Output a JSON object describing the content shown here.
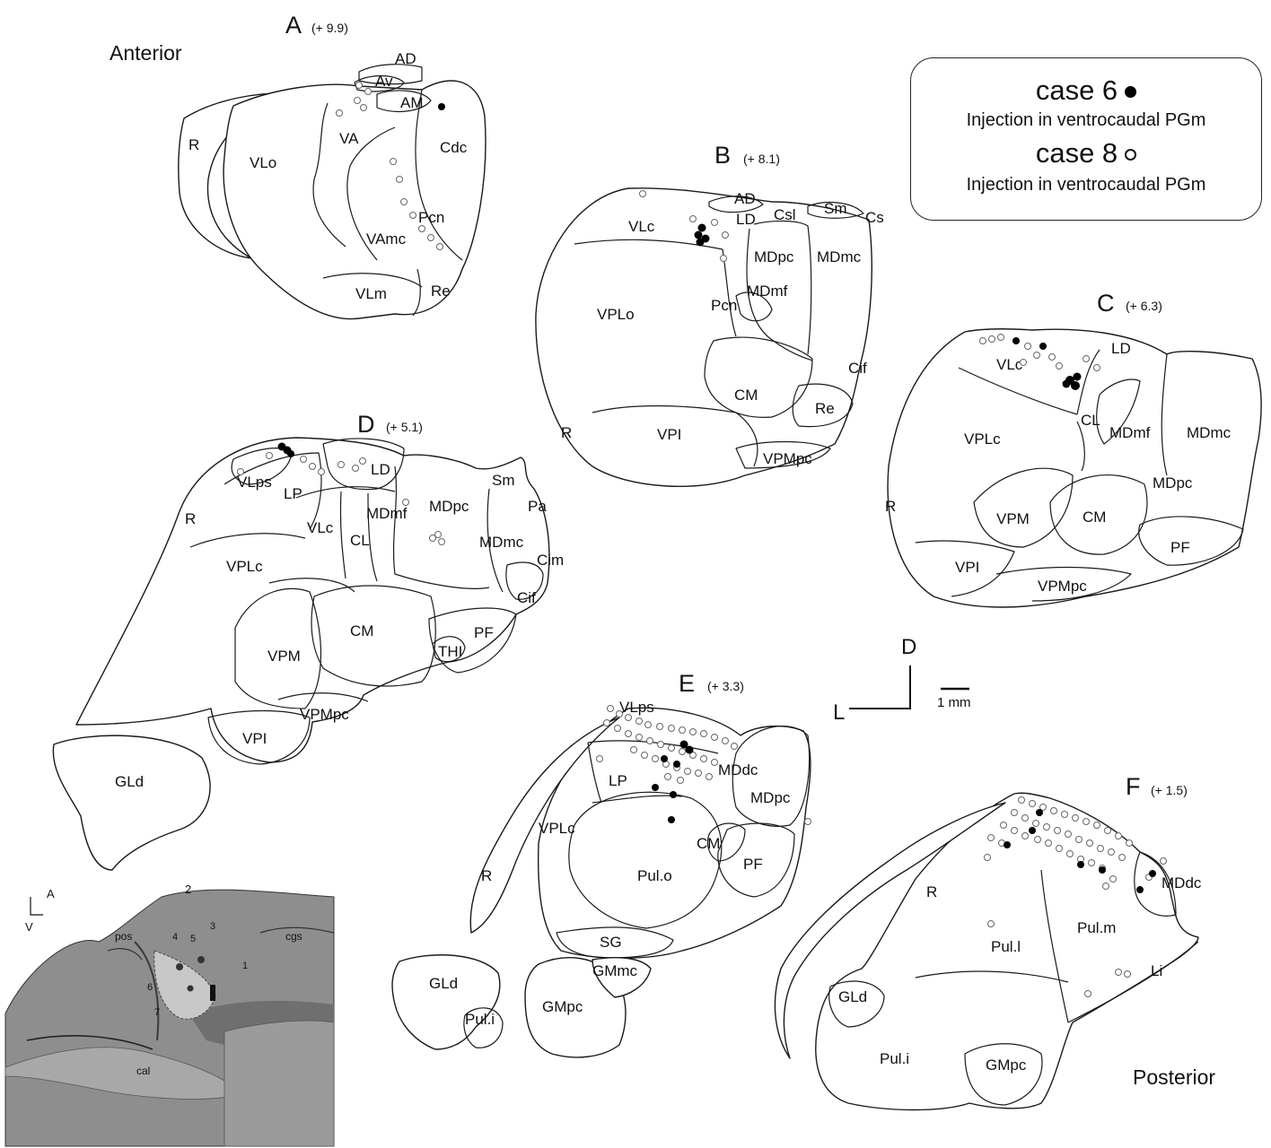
{
  "corners": {
    "anterior": "Anterior",
    "posterior": "Posterior"
  },
  "legend": {
    "case6_label": "case 6",
    "case6_injection": "Injection in ventrocaudal PGm",
    "case8_label": "case 8",
    "case8_injection": "Injection in ventrocaudal PGm",
    "symbols": {
      "case6": "filled-circle",
      "case8": "open-circle"
    }
  },
  "scale": {
    "dorsal": "D",
    "lateral": "L",
    "bar": "1 mm"
  },
  "inset": {
    "labels": [
      "2",
      "A",
      "V",
      "pos",
      "cgs",
      "cal",
      "4",
      "5",
      "6",
      "7",
      "1",
      "3"
    ]
  },
  "sections": {
    "A": {
      "letter": "A",
      "coord": "(+ 9.9)",
      "nuclei": [
        "AD",
        "Av",
        "AM",
        "VA",
        "Cdc",
        "R",
        "VLo",
        "Pcn",
        "VAmc",
        "VLm",
        "Re"
      ]
    },
    "B": {
      "letter": "B",
      "coord": "(+ 8.1)",
      "nuclei": [
        "AD",
        "VLc",
        "LD",
        "Csl",
        "Sm",
        "Cs",
        "MDpc",
        "MDmc",
        "MDmf",
        "Pcn",
        "VPLo",
        "Cif",
        "CM",
        "Re",
        "R",
        "VPI",
        "VPMpc"
      ]
    },
    "C": {
      "letter": "C",
      "coord": "(+ 6.3)",
      "nuclei": [
        "LD",
        "VLc",
        "CL",
        "MDmf",
        "MDmc",
        "VPLc",
        "MDpc",
        "R",
        "VPM",
        "CM",
        "PF",
        "VPI",
        "VPMpc"
      ]
    },
    "D": {
      "letter": "D",
      "coord": "(+ 5.1)",
      "nuclei": [
        "LD",
        "Sm",
        "VLps",
        "LP",
        "MDmf",
        "MDpc",
        "Pa",
        "R",
        "VLc",
        "CL",
        "MDmc",
        "Cim",
        "VPLc",
        "Cif",
        "CM",
        "PF",
        "VPM",
        "THI",
        "VPMpc",
        "VPI",
        "GLd"
      ]
    },
    "E": {
      "letter": "E",
      "coord": "(+ 3.3)",
      "nuclei": [
        "VLps",
        "MDdc",
        "LP",
        "MDpc",
        "VPLc",
        "CM",
        "PF",
        "Pul.o",
        "R",
        "SG",
        "GMmc",
        "GLd",
        "GMpc",
        "Pul.i"
      ]
    },
    "F": {
      "letter": "F",
      "coord": "(+ 1.5)",
      "nuclei": [
        "MDdc",
        "R",
        "Pul.m",
        "Pul.l",
        "Li",
        "GLd",
        "Pul.i",
        "GMpc"
      ]
    }
  },
  "colors": {
    "line": "#1a1a1a",
    "open_marker": "#666666",
    "filled_marker": "#000000",
    "inset_brain": "#8c8c8c"
  }
}
